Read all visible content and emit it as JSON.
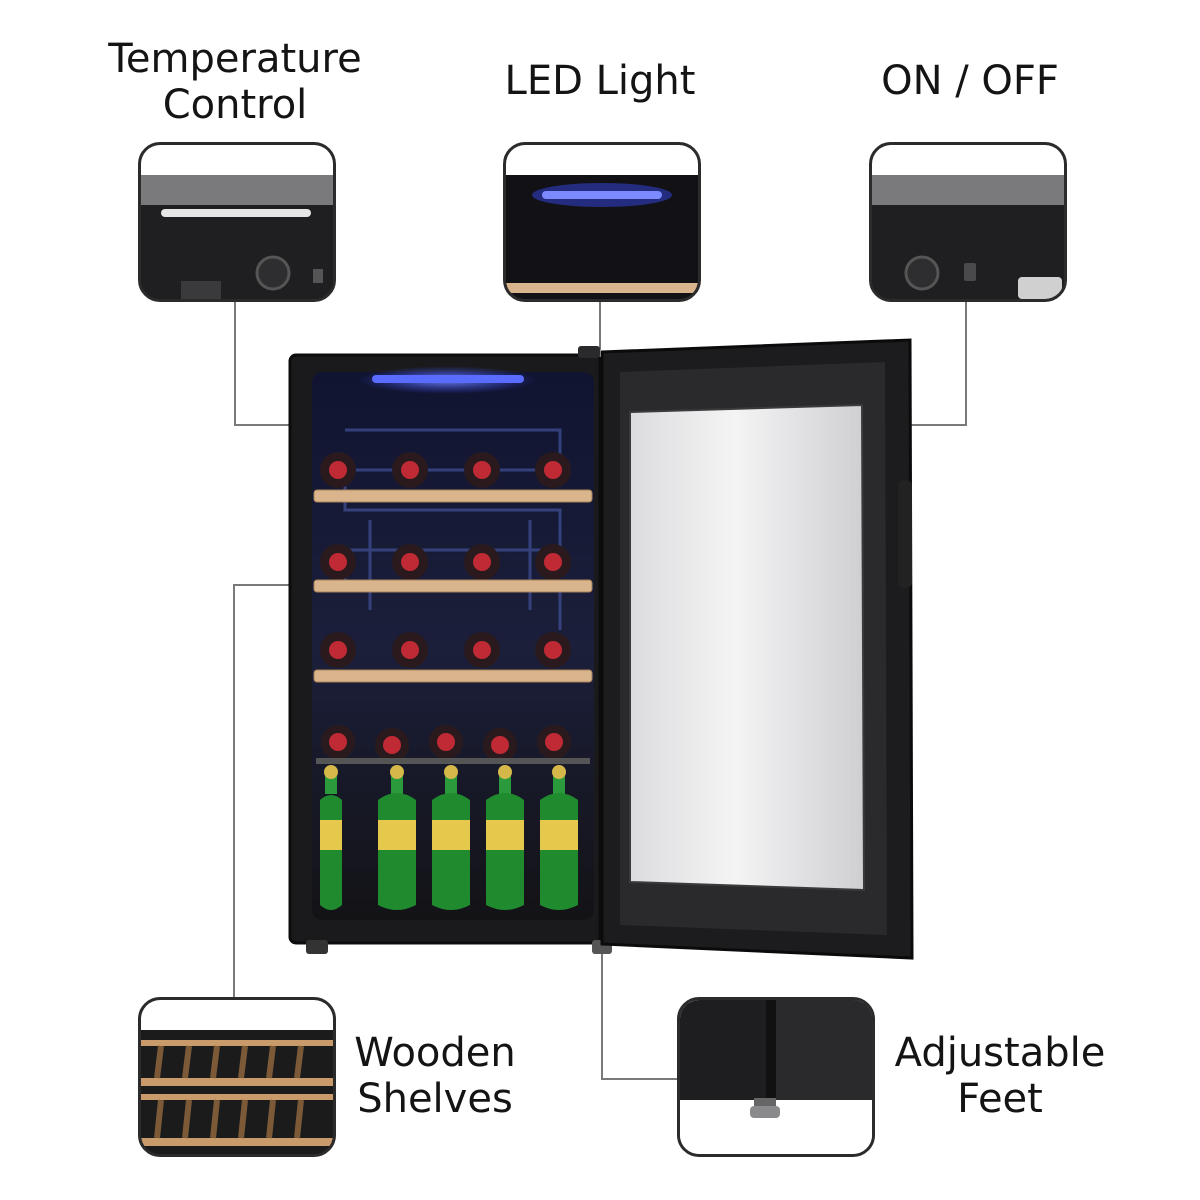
{
  "callouts": {
    "temperature_control": {
      "label": "Temperature\nControl"
    },
    "led_light": {
      "label": "LED Light"
    },
    "on_off": {
      "label": "ON / OFF"
    },
    "wooden_shelves": {
      "label": "Wooden\nShelves"
    },
    "adjustable_feet": {
      "label": "Adjustable\nFeet"
    }
  },
  "product": {
    "wine_bottle_rows": 4,
    "wine_bottles_per_row": [
      4,
      4,
      4,
      5
    ],
    "soda_bottles": 5
  },
  "colors": {
    "cabinet": "#1a1a1c",
    "led_blue": "#3b4dff",
    "shelf_wood": "#d9b48c",
    "bottle_cap": "#b3242c",
    "soda_green": "#1f8a2e",
    "glass": "#e9e9ea"
  }
}
